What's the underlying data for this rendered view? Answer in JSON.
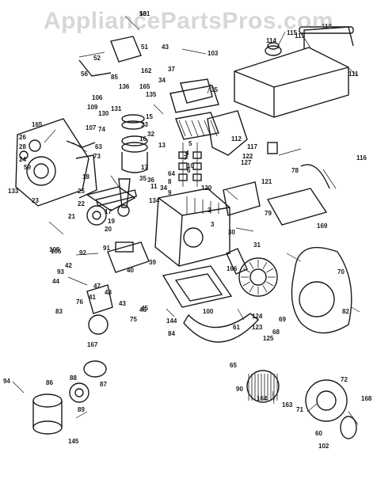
{
  "watermark": "AppliancePartsPros.com",
  "colors": {
    "ink": "#1a1a1a",
    "paper": "#ffffff",
    "watermark": "#969696"
  },
  "part_labels": [
    "58",
    "52",
    "56",
    "51",
    "43",
    "103",
    "162",
    "85",
    "136",
    "165",
    "135",
    "37",
    "34",
    "35",
    "115",
    "114",
    "119",
    "118",
    "111",
    "106",
    "109",
    "130",
    "131",
    "15",
    "165",
    "74",
    "107",
    "26",
    "28",
    "24",
    "59",
    "133",
    "23",
    "63",
    "73",
    "105",
    "16",
    "17",
    "18",
    "35",
    "25",
    "22",
    "21",
    "17",
    "19",
    "20",
    "64",
    "10",
    "8",
    "7",
    "34",
    "36",
    "11",
    "9",
    "134",
    "2",
    "6",
    "5",
    "4",
    "33",
    "32",
    "13",
    "112",
    "127",
    "117",
    "79",
    "78",
    "116",
    "120",
    "121",
    "122",
    "123",
    "169",
    "76",
    "3",
    "30",
    "105",
    "92",
    "91",
    "39",
    "31",
    "93",
    "44",
    "42",
    "46",
    "48",
    "41",
    "43",
    "47",
    "40",
    "100",
    "166",
    "70",
    "83",
    "144",
    "75",
    "45",
    "167",
    "84",
    "61",
    "124",
    "125",
    "68",
    "69",
    "82",
    "65",
    "94",
    "86",
    "88",
    "87",
    "89",
    "145",
    "90",
    "164",
    "163",
    "71",
    "72",
    "168",
    "60",
    "102",
    "101"
  ]
}
